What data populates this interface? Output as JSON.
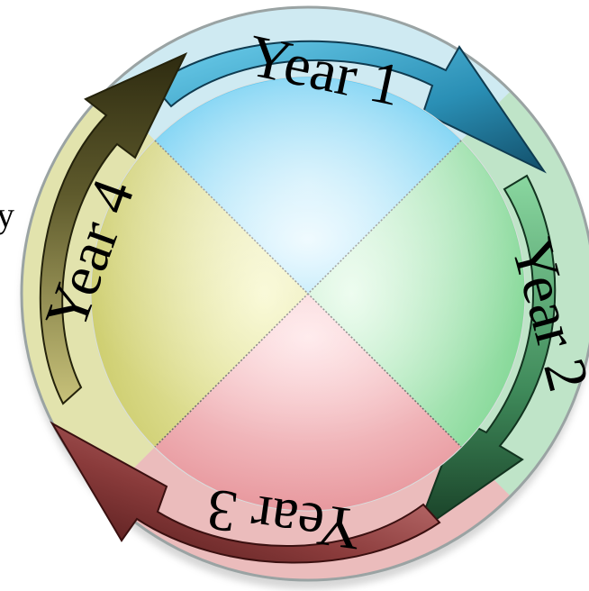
{
  "diagram": {
    "type": "four-stage cycle",
    "labels": {
      "year_1": "Year 1",
      "year_2": "Year 2",
      "year_3": "Year 3",
      "year_4": "Year 4"
    },
    "edge_text": "y",
    "colors": {
      "year_1_arrow": "#2a8fb5",
      "year_1_quadrant": "#7fd6f5",
      "year_2_arrow": "#3f8a5a",
      "year_2_quadrant": "#a8ecb8",
      "year_3_arrow": "#8a3b3b",
      "year_3_quadrant": "#f4b4b8",
      "year_4_arrow": "#5e5a2c",
      "year_4_quadrant": "#e6e68e",
      "ring_top": "#c9e9f1",
      "ring_right": "#b9e0c2",
      "ring_bottom": "#e6b4b4",
      "ring_left": "#dfe0a8"
    }
  }
}
